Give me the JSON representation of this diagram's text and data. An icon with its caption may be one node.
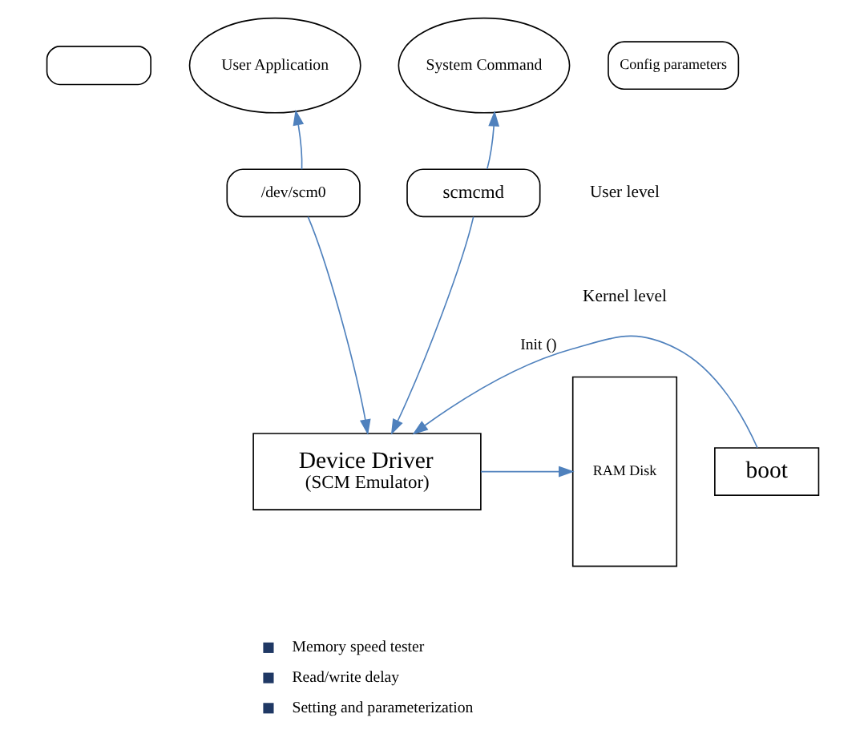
{
  "diagram": {
    "nodes": [
      {
        "text": [],
        "shape": "box"
      },
      {
        "text": [
          "User Application"
        ]
      },
      {
        "text": [
          "System Command"
        ]
      },
      {
        "text": [
          "Config parameters"
        ]
      },
      {
        "text": [
          "/dev/scm0"
        ]
      },
      {
        "text": [
          "scmcmd"
        ]
      },
      {
        "text": [
          "boot"
        ]
      },
      {
        "text": [
          "Device Driver",
          "(SCM Emulator)"
        ]
      },
      {
        "text": [
          "RAM Disk"
        ]
      }
    ],
    "edges": [
      {
        "from": 4,
        "to": 1,
        "arrow": "to"
      },
      {
        "from": 4,
        "to": 7,
        "arrow": "to"
      },
      {
        "from": 5,
        "to": 2,
        "arrow": "to"
      },
      {
        "from": 5,
        "to": 7,
        "arrow": "to"
      },
      {
        "from": 6,
        "to": 7,
        "arrow": "to",
        "label": "Init ()"
      },
      {
        "from": 7,
        "to": 8,
        "arrow": "to"
      }
    ],
    "labels": [
      "User level",
      "Kernel level",
      "Memory speed tester",
      "Read/write delay",
      "Setting and parameterization"
    ]
  }
}
